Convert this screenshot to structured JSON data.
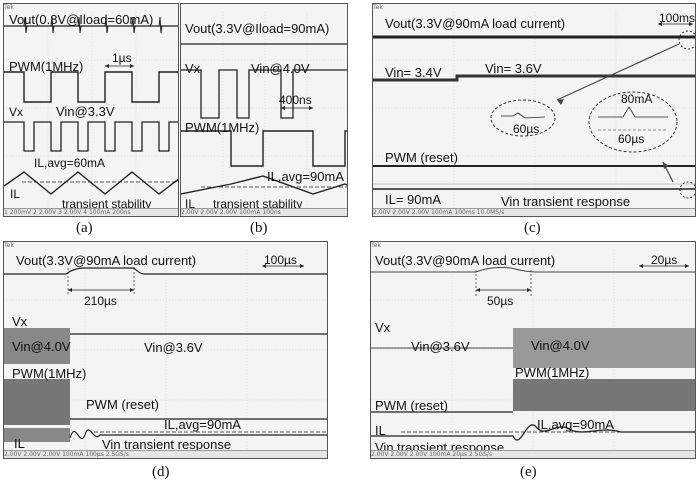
{
  "captions": {
    "a": "(a)",
    "b": "(b)",
    "c": "(c)",
    "d": "(d)",
    "e": "(e)"
  },
  "panel_a": {
    "vout": "Vout(0.8V@Iload=60mA)",
    "period": "1µs",
    "pwm": "PWM(1MHz)",
    "vx": "Vx",
    "vin": "Vin@3.3V",
    "il_avg": "IL,avg=60mA",
    "il": "IL",
    "footer": "transient stability",
    "scope_top": "Tek",
    "scope_bottom": "1 200mV  2 2.00V  3 2.00V  4 100mA  200ns"
  },
  "panel_b": {
    "vout": "Vout(3.3V@Iload=90mA)",
    "vx": "Vx",
    "vin": "Vin@4.0V",
    "time": "400ns",
    "pwm": "PWM(1MHz)",
    "il_avg": "IL,avg=90mA",
    "il": "IL",
    "footer": "transient stability",
    "scope_bottom": "2.00V  2.00V  2.00V  100mA  100ns"
  },
  "panel_c": {
    "vout": "Vout(3.3V@90mA load current)",
    "time": "100ms",
    "vin1": "Vin= 3.4V",
    "vin2": "Vin= 3.6V",
    "zoom1": "60µs",
    "zoom2_i": "80mA",
    "zoom2_t": "60µs",
    "pwm": "PWM (reset)",
    "il": "IL= 90mA",
    "footer": "Vin transient response",
    "scope_top": "Tek",
    "scope_bottom": "2.00V  2.00V  2.00V  100mA  100ms  10.0MS/s"
  },
  "panel_d": {
    "vout": "Vout(3.3V@90mA load current)",
    "time": "100µs",
    "delay": "210µs",
    "vx": "Vx",
    "vin1": "Vin@4.0V",
    "vin2": "Vin@3.6V",
    "pwm": "PWM(1MHz)",
    "reset": "PWM (reset)",
    "il_avg": "IL,avg=90mA",
    "il": "IL",
    "footer": "Vin transient response",
    "scope_top": "Tek",
    "scope_bottom": "2.00V  2.00V  2.00V  100mA  100µs  2.5GS/s"
  },
  "panel_e": {
    "vout": "Vout(3.3V@90mA load current)",
    "time": "20µs",
    "delay": "50µs",
    "vx": "Vx",
    "vin1": "Vin@3.6V",
    "vin2": "Vin@4.0V",
    "pwm": "PWM(1MHz)",
    "reset": "PWM (reset)",
    "il_avg": "IL,avg=90mA",
    "il": "IL",
    "footer": "Vin transient response",
    "scope_top": "Tek",
    "scope_bottom": "2.00V  2.00V  2.00V  100mA  20µs  2.5GS/s"
  }
}
